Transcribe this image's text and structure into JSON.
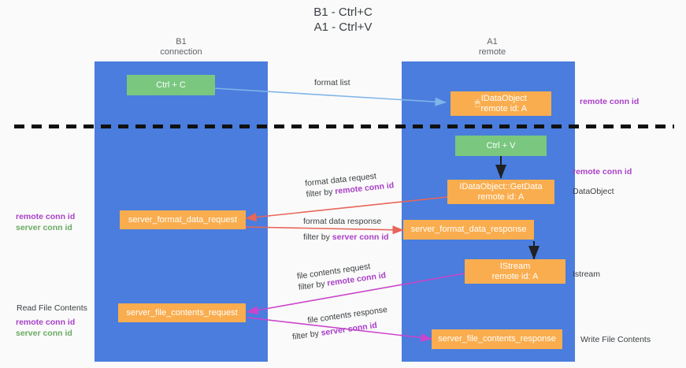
{
  "title": "B1 - Ctrl+C\nA1 - Ctrl+V",
  "lanes": [
    {
      "id": "b1",
      "name": "B1\nconnection"
    },
    {
      "id": "a1",
      "name": "A1\nremote"
    }
  ],
  "boxes": {
    "ctrl_c": "Ctrl + C",
    "ctrl_v": "Ctrl + V",
    "idataobject": "IDataObject\nremote id: A",
    "idataobject_getdata": "IDataObject::GetData\nremote id: A",
    "istream": "IStream\nremote id: A",
    "server_format_data_request": "server_format_data_request",
    "server_format_data_response": "server_format_data_response",
    "server_file_contents_request": "server_file_contents_request",
    "server_file_contents_response": "server_file_contents_response"
  },
  "arrow_labels": {
    "format_list": "format list",
    "format_data_request": "format data request",
    "format_data_request_filter_prefix": "filter by ",
    "format_data_request_filter_key": "remote conn id",
    "format_data_response": "format data response",
    "format_data_response_filter_prefix": "filter by ",
    "format_data_response_filter_key": "server conn id",
    "file_contents_request": "file contents request",
    "file_contents_request_filter_prefix": "filter by ",
    "file_contents_request_filter_key": "remote conn id",
    "file_contents_response": "file contents response",
    "file_contents_response_filter_prefix": "filter by ",
    "file_contents_response_filter_key": "server conn id"
  },
  "side_labels": {
    "right_remote_conn_id_top": "remote conn id",
    "right_remote_conn_id_mid": "remote conn id",
    "right_dataobject": "DataObject",
    "right_istream": "Istream",
    "right_write_file_contents": "Write File Contents",
    "left_remote_conn_id_mid": "remote conn id",
    "left_server_conn_id_mid": "server conn id",
    "left_read_file_contents": "Read File Contents",
    "left_remote_conn_id_bottom": "remote conn id",
    "left_server_conn_id_bottom": "server conn id"
  },
  "icons": {
    "cursor": "cursor-icon"
  },
  "colors": {
    "lane_blue": "#4a7ddd",
    "box_orange": "#f9ad4e",
    "box_green": "#7ac77f",
    "accent_purple": "#a93fc8",
    "accent_green": "#6aaa64",
    "arrow_blue": "#7fb5e8",
    "arrow_red": "#e8655a",
    "arrow_magenta": "#cc44cc",
    "arrow_black": "#202124",
    "background": "#fafafa"
  }
}
